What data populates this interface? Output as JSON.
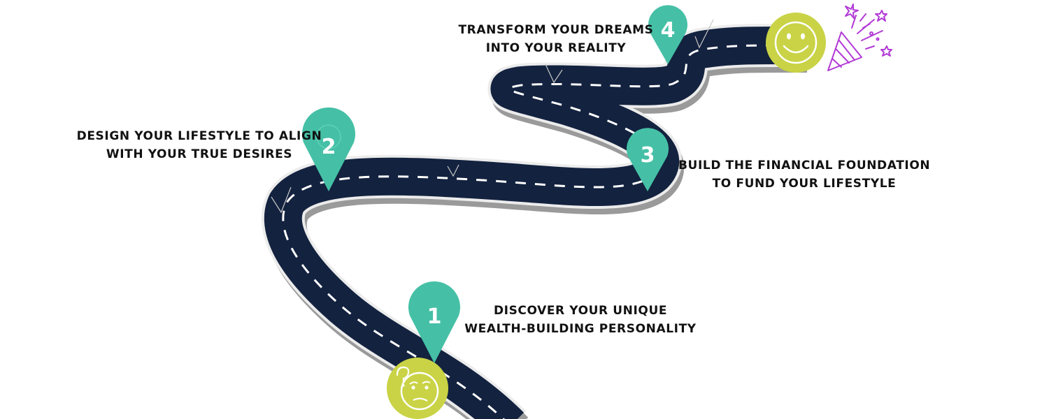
{
  "colors": {
    "road": "#13223f",
    "road_edge": "#9a9a9a",
    "lane_marks": "#ffffff",
    "pin": "#45c0a6",
    "face": "#c9d345",
    "confetti": "#b23ad6",
    "text": "#111111"
  },
  "icons": {
    "start": "confused-face-icon",
    "finish": "smiley-face-icon",
    "celebration": "party-popper-icon",
    "markers": "location-pin-icon"
  },
  "steps": [
    {
      "number": "1",
      "line1": "DISCOVER YOUR UNIQUE",
      "line2": "WEALTH-BUILDING PERSONALITY"
    },
    {
      "number": "2",
      "line1": "DESIGN YOUR LIFESTYLE TO ALIGN",
      "line2": "WITH YOUR TRUE DESIRES"
    },
    {
      "number": "3",
      "line1": "BUILD THE FINANCIAL FOUNDATION",
      "line2": "TO FUND YOUR LIFESTYLE"
    },
    {
      "number": "4",
      "line1": "TRANSFORM YOUR DREAMS",
      "line2": "INTO YOUR REALITY"
    }
  ]
}
